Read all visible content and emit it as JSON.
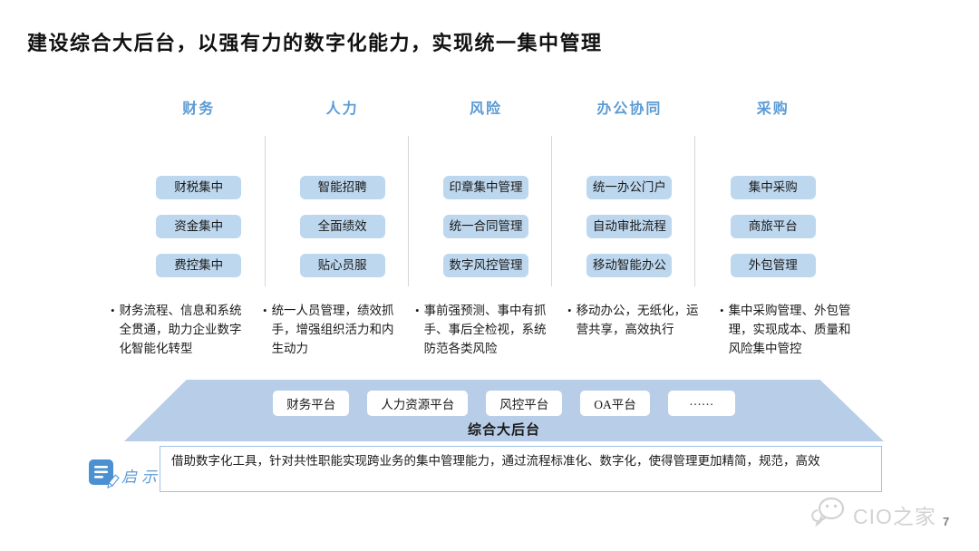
{
  "slide": {
    "title": "建设综合大后台，以强有力的数字化能力，实现统一集中管理",
    "page_number": "7",
    "watermark": "CIO之家"
  },
  "colors": {
    "header_blue": "#5b9bd5",
    "box_fill": "#bdd7ee",
    "trapezoid_fill": "#b7cde8",
    "note_border": "#9dc3e6",
    "divider_gray": "#d6d6d6"
  },
  "icons": {
    "note_icon": "document-pencil-icon",
    "watermark_icon": "wechat-icon"
  },
  "columns": [
    {
      "header": "财务",
      "boxes": [
        "财税集中",
        "资金集中",
        "费控集中"
      ],
      "bullet": "财务流程、信息和系统全贯通，助力企业数字化智能化转型"
    },
    {
      "header": "人力",
      "boxes": [
        "智能招聘",
        "全面绩效",
        "贴心员服"
      ],
      "bullet": "统一人员管理，绩效抓手，增强组织活力和内生动力"
    },
    {
      "header": "风险",
      "boxes": [
        "印章集中管理",
        "统一合同管理",
        "数字风控管理"
      ],
      "bullet": "事前强预测、事中有抓手、事后全检视，系统防范各类风险"
    },
    {
      "header": "办公协同",
      "boxes": [
        "统一办公门户",
        "自动审批流程",
        "移动智能办公"
      ],
      "bullet": "移动办公，无纸化，运营共享，高效执行"
    },
    {
      "header": "采购",
      "boxes": [
        "集中采购",
        "商旅平台",
        "外包管理"
      ],
      "bullet": "集中采购管理、外包管理，实现成本、质量和风险集中管控"
    }
  ],
  "platform": {
    "boxes": [
      "财务平台",
      "人力资源平台",
      "风控平台",
      "OA平台",
      "……"
    ],
    "label": "综合大后台"
  },
  "note": {
    "label": "启示",
    "text": "借助数字化工具，针对共性职能实现跨业务的集中管理能力，通过流程标准化、数字化，使得管理更加精简，规范，高效"
  }
}
